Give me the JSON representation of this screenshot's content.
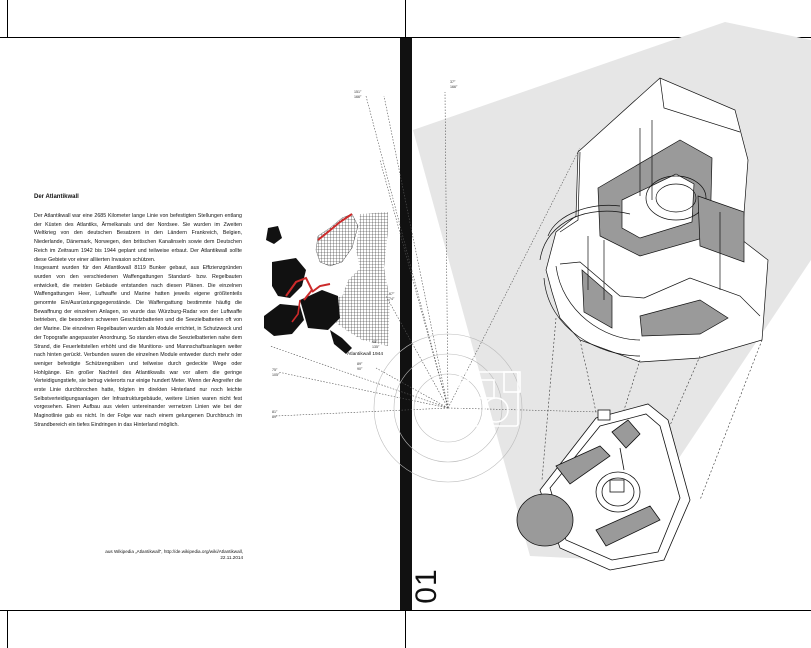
{
  "article": {
    "title": "Der Atlantikwall",
    "paragraphs": [
      "Der Atlantikwall war eine 2685 Kilometer lange Linie von befestigten Stellungen entlang der Küsten des Atlantiks, Ärmelkanals und der Nordsee. Sie wurden im Zweiten Weltkrieg von den deutschen Besatzern in den Ländern Frankreich, Belgien, Niederlande, Dänemark, Norwegen, den britischen Kanalinseln sowie dem Deutschen Reich im Zeitraum 1942 bis 1944 geplant und teilweise erbaut. Der Atlantikwall sollte diese Gebiete vor einer alliierten Invasion schützen.",
      "Insgesamt wurden für den Atlantikwall 8119 Bunker gebaut, aus Effizienzgründen wurden von den verschiedenen Waffengattungen Standard- bzw. Regelbauten entwickelt, die meisten Gebäude entstanden nach diesen Plänen. Die einzelnen Waffengattungen Heer, Luftwaffe und Marine hatten jeweils eigene größtenteils genormte Ein/Ausrüstungsgegenstände. Die Waffengattung bestimmte häufig die Bewaffnung der einzelnen Anlagen, so wurde das Würzburg-Radar von der Luftwaffe betrieben, die besonders schweren Geschützbatterien und die Seezielbatterien oft von der Marine. Die einzelnen Regelbauten wurden als Module errichtet, in Schutzweck und der Topografie angepasster Anordnung. So standen etwa die Seezielbatterien nahe dem Strand, die Feuerleitstellen erhöht und die Munitions- und Mannschaftsanlagen weiter nach hinten gerückt. Verbunden waren die einzelnen Module entweder durch mehr oder weniger befestigte Schützengräben und teilweise durch gedeckte Wege oder Hohlgänge. Ein großer Nachteil des Atlantikwalls war vor allem die geringe Verteidigungstiefe, sie betrug vielerorts nur einige hundert Meter. Wenn der Angreifer die erste Linie durchbrochen hatte, folgten im direkten Hinterland nur noch leichte Selbstverteidigungsanlagen der Infrastrukturgebäude, weitere Linien waren nicht fest vorgesehen. Einen Aufbau aus vielen untereinander vernetzen Linien wie bei der Maginotlinie gab es nicht. In der Folge war nach einem gelungenen Durchbruch im Strandbereich ein tiefes Eindringen in das Hinterland möglich."
    ],
    "source_line1": "aus Wikipedia „Atlantikwall\", http://de.wikipedia.org/wiki/Atlantikwall,",
    "source_line2": "22.11.2014"
  },
  "map": {
    "label": "Atlantikwall 1944",
    "coords": {
      "top": "151°\n166°",
      "right_a": "67°\n74°",
      "right_b": "45°\n135°",
      "right_c": "89°\n90°",
      "left_a": "75°\n105°",
      "left_b": "81°\n89°",
      "right_page": "37°\n166°"
    }
  },
  "page_number": "01",
  "colors": {
    "coast_highlight": "#cc2a2a",
    "spine": "#111111",
    "shadow_band": "#e6e6e6",
    "bunker_fill": "#9a9a9a"
  }
}
